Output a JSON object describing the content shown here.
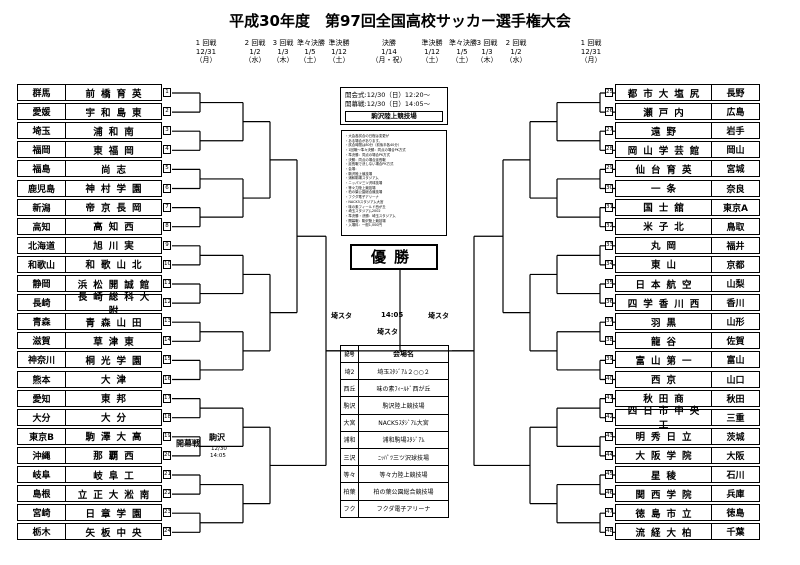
{
  "title": "平成30年度　第97回全国高校サッカー選手権大会",
  "headers": [
    {
      "text": "1 回戦\n12/31\n（月）"
    },
    {
      "text": "2 回戦\n1/2\n（水）"
    },
    {
      "text": "3 回戦\n1/3\n（木）"
    },
    {
      "text": "準々決勝\n1/5\n（土）"
    },
    {
      "text": "準決勝\n1/12\n（土）"
    },
    {
      "text": "決勝\n1/14\n（月・祝）"
    },
    {
      "text": "準決勝\n1/12\n（土）"
    },
    {
      "text": "準々決勝\n1/5\n（土）"
    },
    {
      "text": "3 回戦\n1/3\n（木）"
    },
    {
      "text": "2 回戦\n1/2\n（水）"
    },
    {
      "text": "1 回戦\n12/31\n（月）"
    }
  ],
  "left_teams": [
    {
      "num": "1",
      "pref": "群馬",
      "school": "前橋育英"
    },
    {
      "num": "2",
      "pref": "愛媛",
      "school": "宇和島東"
    },
    {
      "num": "3",
      "pref": "埼玉",
      "school": "浦和南"
    },
    {
      "num": "4",
      "pref": "福岡",
      "school": "東福岡"
    },
    {
      "num": "5",
      "pref": "福島",
      "school": "尚志"
    },
    {
      "num": "6",
      "pref": "鹿児島",
      "school": "神村学園"
    },
    {
      "num": "7",
      "pref": "新潟",
      "school": "帝京長岡"
    },
    {
      "num": "8",
      "pref": "高知",
      "school": "高知西"
    },
    {
      "num": "9",
      "pref": "北海道",
      "school": "旭川実"
    },
    {
      "num": "10",
      "pref": "和歌山",
      "school": "和歌山北"
    },
    {
      "num": "11",
      "pref": "静岡",
      "school": "浜松開誠館"
    },
    {
      "num": "12",
      "pref": "長崎",
      "school": "長崎総科大附"
    },
    {
      "num": "13",
      "pref": "青森",
      "school": "青森山田"
    },
    {
      "num": "14",
      "pref": "滋賀",
      "school": "草津東"
    },
    {
      "num": "15",
      "pref": "神奈川",
      "school": "桐光学園"
    },
    {
      "num": "16",
      "pref": "熊本",
      "school": "大津"
    },
    {
      "num": "17",
      "pref": "愛知",
      "school": "東邦"
    },
    {
      "num": "18",
      "pref": "大分",
      "school": "大分"
    },
    {
      "num": "19",
      "pref": "東京B",
      "school": "駒澤大高"
    },
    {
      "num": "20",
      "pref": "沖縄",
      "school": "那覇西"
    },
    {
      "num": "21",
      "pref": "岐阜",
      "school": "岐阜工"
    },
    {
      "num": "22",
      "pref": "島根",
      "school": "立正大淞南"
    },
    {
      "num": "23",
      "pref": "宮崎",
      "school": "日章学園"
    },
    {
      "num": "24",
      "pref": "栃木",
      "school": "矢板中央"
    }
  ],
  "right_teams": [
    {
      "num": "25",
      "pref": "長野",
      "school": "都市大塩尻"
    },
    {
      "num": "26",
      "pref": "広島",
      "school": "瀬戸内"
    },
    {
      "num": "27",
      "pref": "岩手",
      "school": "遠野"
    },
    {
      "num": "28",
      "pref": "岡山",
      "school": "岡山学芸館"
    },
    {
      "num": "29",
      "pref": "宮城",
      "school": "仙台育英"
    },
    {
      "num": "30",
      "pref": "奈良",
      "school": "一条"
    },
    {
      "num": "31",
      "pref": "東京A",
      "school": "国士舘"
    },
    {
      "num": "32",
      "pref": "鳥取",
      "school": "米子北"
    },
    {
      "num": "33",
      "pref": "福井",
      "school": "丸岡"
    },
    {
      "num": "34",
      "pref": "京都",
      "school": "東山"
    },
    {
      "num": "35",
      "pref": "山梨",
      "school": "日本航空"
    },
    {
      "num": "36",
      "pref": "香川",
      "school": "四学香川西"
    },
    {
      "num": "37",
      "pref": "山形",
      "school": "羽黒"
    },
    {
      "num": "38",
      "pref": "佐賀",
      "school": "龍谷"
    },
    {
      "num": "39",
      "pref": "富山",
      "school": "富山第一"
    },
    {
      "num": "40",
      "pref": "山口",
      "school": "西京"
    },
    {
      "num": "41",
      "pref": "秋田",
      "school": "秋田商"
    },
    {
      "num": "42",
      "pref": "三重",
      "school": "四日市中央工"
    },
    {
      "num": "43",
      "pref": "茨城",
      "school": "明秀日立"
    },
    {
      "num": "44",
      "pref": "大阪",
      "school": "大阪学院"
    },
    {
      "num": "45",
      "pref": "石川",
      "school": "星稜"
    },
    {
      "num": "46",
      "pref": "兵庫",
      "school": "関西学院"
    },
    {
      "num": "47",
      "pref": "徳島",
      "school": "徳島市立"
    },
    {
      "num": "48",
      "pref": "千葉",
      "school": "流経大柏"
    }
  ],
  "opening": {
    "label": "開幕戦",
    "venue": "駒沢",
    "date": "12/30",
    "time": "14:05"
  },
  "info_box": {
    "line1": "開会式:12/30（日）12:20～",
    "line2": "開幕戦:12/30（日）14:05～",
    "venue": "駒沢陸上競技場"
  },
  "notes": "・大会各試合の日程は変更が\n・ある場合があります。\n・試合時間は80分（前後半各40分）\n・1回戦～準々決勝：同点の場合PK方式\n・準決勝：同点の場合PK方式\n・決勝：同点の場合延長戦\n・延長戦で決しない場合PK方式\n・会場：\n・駒沢陸上競技場\n・浦和駒場スタジアム\n・ニッパツ三ツ沢球技場\n・等々力陸上競技場\n・柏の葉公園総合競技場\n・フクダ電子アリーナ\n・NACK5スタジアム大宮\n・味の素フィールド西が丘\n・埼玉スタジアム2002\n・準決勝・決勝：埼玉スタジアム\n・開幕戦：駒沢陸上競技場\n・入場料：一般1,000円",
  "champion": "優勝",
  "final": {
    "left": "埼スタ",
    "right": "埼スタ",
    "time": "14:05",
    "venue": "埼スタ"
  },
  "venues_header": {
    "code": "記号",
    "name": "会場名"
  },
  "venues": [
    {
      "code": "埼2",
      "name": "埼玉ｽﾀｼﾞｱﾑ２○○２"
    },
    {
      "code": "西丘",
      "name": "味の素ﾌｨｰﾙﾄﾞ西が丘"
    },
    {
      "code": "駒沢",
      "name": "駒沢陸上競技場"
    },
    {
      "code": "大宮",
      "name": "NACK5ｽﾀｼﾞｱﾑ大宮"
    },
    {
      "code": "浦和",
      "name": "浦和駒場ｽﾀｼﾞｱﾑ"
    },
    {
      "code": "三沢",
      "name": "ﾆｯﾊﾟﾂ三ツ沢球技場"
    },
    {
      "code": "等々",
      "name": "等々力陸上競技場"
    },
    {
      "code": "柏葉",
      "name": "柏の葉公園総合競技場"
    },
    {
      "code": "フク",
      "name": "フクダ電子アリーナ"
    }
  ]
}
